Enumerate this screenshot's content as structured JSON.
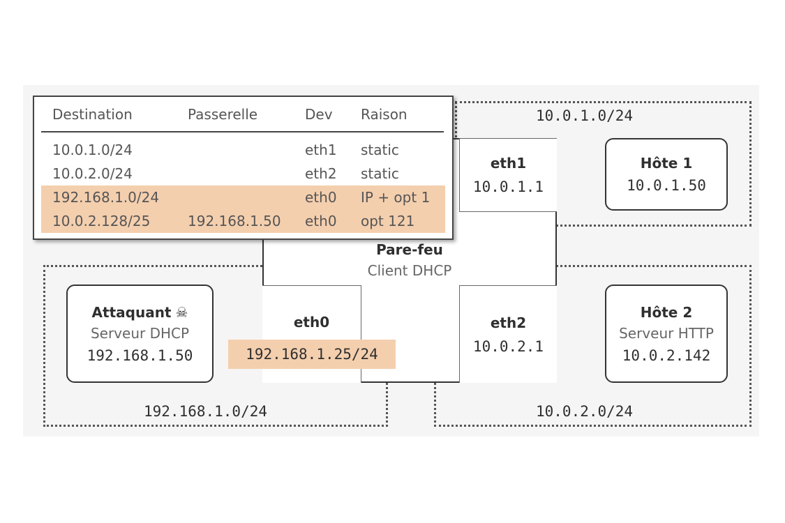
{
  "routing_table": {
    "headers": [
      "Destination",
      "Passerelle",
      "Dev",
      "Raison"
    ],
    "rows": [
      {
        "destination": "10.0.1.0/24",
        "passerelle": "",
        "dev": "eth1",
        "raison": "static",
        "highlighted": false
      },
      {
        "destination": "10.0.2.0/24",
        "passerelle": "",
        "dev": "eth2",
        "raison": "static",
        "highlighted": false
      },
      {
        "destination": "192.168.1.0/24",
        "passerelle": "",
        "dev": "eth0",
        "raison": "IP + opt 1",
        "highlighted": true
      },
      {
        "destination": "10.0.2.128/25",
        "passerelle": "192.168.1.50",
        "dev": "eth0",
        "raison": "opt 121",
        "highlighted": true
      }
    ]
  },
  "networks": {
    "net1": {
      "cidr": "10.0.1.0/24"
    },
    "net2": {
      "cidr": "10.0.2.0/24"
    },
    "lan": {
      "cidr": "192.168.1.0/24"
    }
  },
  "firewall": {
    "name": "Pare-feu",
    "role": "Client DHCP",
    "eth0": {
      "name": "eth0",
      "ip": "192.168.1.25/24"
    },
    "eth1": {
      "name": "eth1",
      "ip": "10.0.1.1"
    },
    "eth2": {
      "name": "eth2",
      "ip": "10.0.2.1"
    }
  },
  "hosts": {
    "host1": {
      "name": "Hôte 1",
      "ip": "10.0.1.50"
    },
    "host2": {
      "name": "Hôte 2",
      "role": "Serveur HTTP",
      "ip": "10.0.2.142"
    },
    "attacker": {
      "name": "Attaquant",
      "icon": "skull-crossbones-icon",
      "role": "Serveur DHCP",
      "ip": "192.168.1.50"
    }
  },
  "colors": {
    "highlight": "#f4cfae",
    "border": "#333333",
    "text": "#2f2f2f",
    "muted": "#666666"
  }
}
